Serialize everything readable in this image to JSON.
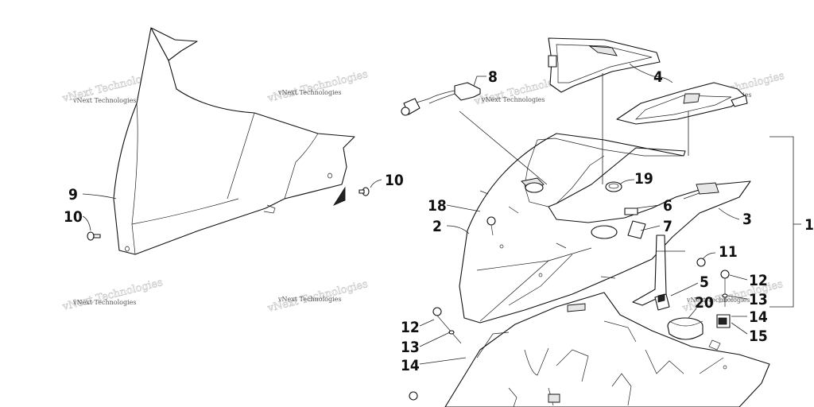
{
  "watermark": "vNext Technologies",
  "callouts": {
    "c1": "1",
    "c2": "2",
    "c3": "3",
    "c4": "4",
    "c5": "5",
    "c6": "6",
    "c7": "7",
    "c8": "8",
    "c9": "9",
    "c10a": "10",
    "c10b": "10",
    "c11": "11",
    "c12a": "12",
    "c12b": "12",
    "c13a": "13",
    "c13b": "13",
    "c14a": "14",
    "c14b": "14",
    "c15": "15",
    "c18": "18",
    "c19": "19",
    "c20": "20"
  }
}
